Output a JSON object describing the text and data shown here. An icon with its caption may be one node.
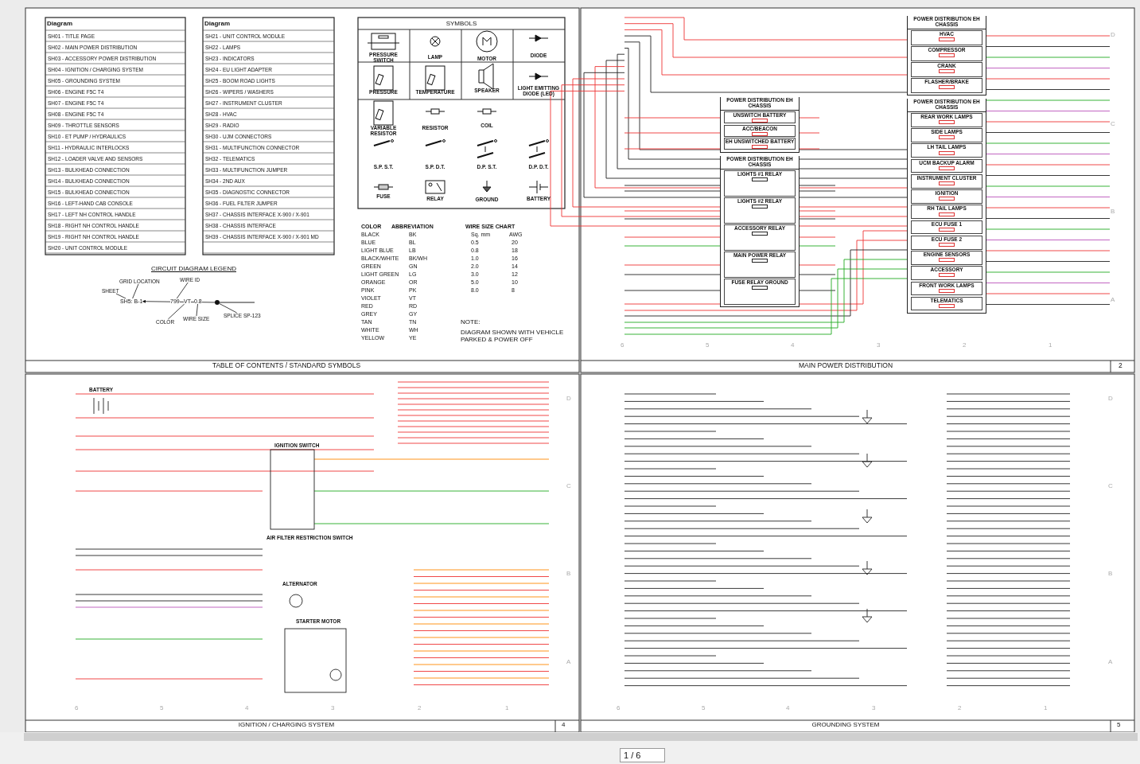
{
  "diagram": {
    "nodes": [
      {
        "text": [
          "SHEET"
        ]
      },
      {
        "text": [
          "GRID LOCATION"
        ]
      },
      {
        "text": [
          "WIRE ID"
        ]
      },
      {
        "text": [
          "COLOR"
        ]
      },
      {
        "text": [
          "WIRE SIZE"
        ]
      },
      {
        "text": [
          "SPLICE SP-123"
        ]
      },
      {
        "text": [
          "SH5: B-1"
        ]
      },
      {
        "text": [
          "799"
        ]
      },
      {
        "text": [
          "VT"
        ]
      },
      {
        "text": [
          "0.8"
        ]
      },
      {
        "text": [],
        "shape": "circle"
      },
      {
        "text": [
          "POWER DISTRIBUTION EH CHASSIS"
        ]
      },
      {
        "text": [
          "HVAC"
        ],
        "in": 11
      },
      {
        "text": [
          "COMPRESSOR"
        ],
        "in": 11
      },
      {
        "text": [
          "CRANK"
        ],
        "in": 11
      },
      {
        "text": [
          "FLASHER/BRAKE"
        ],
        "in": 11
      },
      {
        "text": [
          "POWER DISTRIBUTION EH CHASSIS"
        ]
      },
      {
        "text": [
          "REAR WORK LAMPS"
        ],
        "in": 16
      },
      {
        "text": [
          "SIDE LAMPS"
        ],
        "in": 16
      },
      {
        "text": [
          "LH TAIL LAMPS"
        ],
        "in": 16
      },
      {
        "text": [
          "UCM BACKUP ALARM"
        ],
        "in": 16
      },
      {
        "text": [
          "INSTRUMENT CLUSTER"
        ],
        "in": 16
      },
      {
        "text": [
          "IGNITION"
        ],
        "in": 16
      },
      {
        "text": [
          "RH TAIL LAMPS"
        ],
        "in": 16
      },
      {
        "text": [
          "ECU FUSE 1"
        ],
        "in": 16
      },
      {
        "text": [
          "ECU FUSE 2"
        ],
        "in": 16
      },
      {
        "text": [
          "ENGINE SENSORS"
        ],
        "in": 16
      },
      {
        "text": [
          "ACCESSORY"
        ],
        "in": 16
      },
      {
        "text": [
          "FRONT WORK LAMPS"
        ],
        "in": 16
      },
      {
        "text": [
          "TELEMATICS"
        ],
        "in": 16
      },
      {
        "text": [
          "POWER DISTRIBUTION EH CHASSIS"
        ]
      },
      {
        "text": [
          "UNSWITCH BATTERY"
        ],
        "in": 30
      },
      {
        "text": [
          "ACC/BEACON"
        ],
        "in": 30
      },
      {
        "text": [
          "EH UNSWITCHED BATTERY"
        ],
        "in": 30
      },
      {
        "text": [
          "POWER DISTRIBUTION EH CHASSIS"
        ]
      },
      {
        "text": [
          "LIGHTS #1 RELAY"
        ],
        "in": 34
      },
      {
        "text": [
          "LIGHTS #2 RELAY"
        ],
        "in": 34
      },
      {
        "text": [
          "ACCESSORY RELAY"
        ],
        "in": 34
      },
      {
        "text": [
          "MAIN POWER RELAY"
        ],
        "in": 34
      },
      {
        "text": [
          "FUSE RELAY GROUND"
        ],
        "in": 34
      },
      {
        "text": [
          "BATTERY"
        ]
      },
      {
        "text": [
          "IGNITION SWITCH"
        ]
      },
      {
        "text": [
          "AIR FILTER RESTRICTION SWITCH"
        ]
      },
      {
        "text": [
          "ALTERNATOR"
        ]
      },
      {
        "text": [
          "STARTER MOTOR"
        ]
      }
    ],
    "edges": [
      {
        "from": 0,
        "to": 6,
        "arrow": "none"
      },
      {
        "from": 1,
        "to": 6,
        "arrow": "none"
      },
      {
        "from": 2,
        "to": 7,
        "arrow": "none"
      },
      {
        "from": 3,
        "to": 8,
        "arrow": "none"
      },
      {
        "from": 4,
        "to": 9,
        "arrow": "none"
      },
      {
        "from": 5,
        "to": 10,
        "arrow": "none"
      },
      {
        "from": 10,
        "to": 6,
        "arrow": "to"
      }
    ],
    "labels": [
      "Diagram",
      "SH01 - TITLE PAGE",
      "SH02 - MAIN POWER DISTRIBUTION",
      "SH03 - ACCESSORY POWER DISTRIBUTION",
      "SH04 - IGNITION / CHARGING SYSTEM",
      "SH05 - GROUNDING SYSTEM",
      "SH06 - ENGINE F5C T4",
      "SH07 - ENGINE F5C T4",
      "SH08 - ENGINE F5C T4",
      "SH09 - THROTTLE SENSORS",
      "SH10 - ET PUMP / HYDRAULICS",
      "SH11 - HYDRAULIC INTERLOCKS",
      "SH12 - LOADER VALVE AND SENSORS",
      "SH13 - BULKHEAD CONNECTION",
      "SH14 - BULKHEAD CONNECTION",
      "SH15 - BULKHEAD CONNECTION",
      "SH16 - LEFT-HAND CAB CONSOLE",
      "SH17 - LEFT NH CONTROL HANDLE",
      "SH18 - RIGHT NH CONTROL HANDLE",
      "SH19 - RIGHT NH CONTROL HANDLE",
      "SH20 - UNIT CONTROL MODULE",
      "Diagram",
      "SH21 - UNIT CONTROL MODULE",
      "SH22 - LAMPS",
      "SH23 - INDICATORS",
      "SH24 - EU LIGHT ADAPTER",
      "SH25 - BOOM ROAD LIGHTS",
      "SH26 - WIPERS / WASHERS",
      "SH27 - INSTRUMENT CLUSTER",
      "SH28 - HVAC",
      "SH29 - RADIO",
      "SH30 - UJM CONNECTORS",
      "SH31 - MULTIFUNCTION CONNECTOR",
      "SH32 - TELEMATICS",
      "SH33 - MULTIFUNCTION JUMPER",
      "SH34 - 2ND AUX",
      "SH35 - DIAGNOSTIC CONNECTOR",
      "SH36 - FUEL FILTER JUMPER",
      "SH37 - CHASSIS INTERFACE X-900 / X-901",
      "SH38 - CHASSIS INTERFACE",
      "SH39 - CHASSIS INTERFACE X-900 / X-901 MD",
      "SYMBOLS",
      "PRESSURE SWITCH",
      "LAMP",
      "MOTOR",
      "DIODE",
      "PRESSURE",
      "TEMPERATURE",
      "SPEAKER",
      "LIGHT EMITTING DIODE (LED)",
      "VARIABLE RESISTOR",
      "RESISTOR",
      "COIL",
      "S.P. S.T.",
      "S.P. D.T.",
      "D.P. S.T.",
      "D.P. D.T.",
      "FUSE",
      "RELAY",
      "GROUND",
      "BATTERY",
      "COLOR",
      "ABBREVIATION",
      "BLACK",
      "BK",
      "BLUE",
      "BL",
      "LIGHT BLUE",
      "LB",
      "BLACK/WHITE",
      "BK/WH",
      "GREEN",
      "GN",
      "LIGHT GREEN",
      "LG",
      "ORANGE",
      "OR",
      "PINK",
      "PK",
      "VIOLET",
      "VT",
      "RED",
      "RD",
      "GREY",
      "GY",
      "TAN",
      "TN",
      "WHITE",
      "WH",
      "YELLOW",
      "YE",
      "WIRE SIZE CHART",
      "Sq. mm",
      "AWG",
      "0.5",
      "20",
      "0.8",
      "18",
      "1.0",
      "16",
      "2.0",
      "14",
      "3.0",
      "12",
      "5.0",
      "10",
      "8.0",
      "8",
      "NOTE:",
      "DIAGRAM SHOWN WITH VEHICLE PARKED & POWER OFF",
      "CIRCUIT DIAGRAM LEGEND",
      "TABLE OF CONTENTS / STANDARD SYMBOLS",
      "MAIN POWER DISTRIBUTION",
      "2",
      "6",
      "5",
      "4",
      "3",
      "2",
      "1",
      "D",
      "C",
      "B",
      "A",
      "6",
      "5",
      "4",
      "3",
      "2",
      "1",
      "D",
      "C",
      "B",
      "A",
      "IGNITION / CHARGING SYSTEM",
      "4",
      "6",
      "5",
      "4",
      "3",
      "2",
      "1",
      "D",
      "C",
      "B",
      "A",
      "GROUNDING SYSTEM",
      "5",
      "1 / 6"
    ]
  }
}
